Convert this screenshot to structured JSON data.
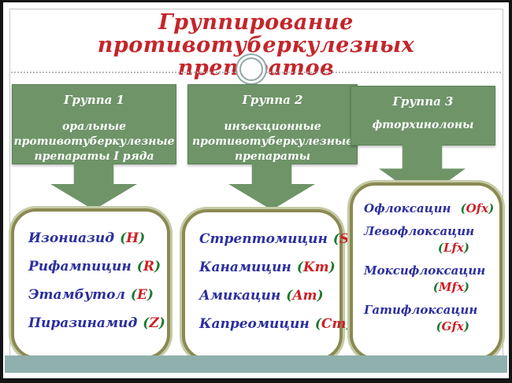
{
  "title": {
    "line1": "Группирование противотуберкулезных",
    "line2": "препаратов"
  },
  "punct": {
    "open": "(",
    "close": ")"
  },
  "groups": [
    {
      "label": "Группа 1",
      "desc_lines": [
        "оральные",
        "противотуберкулезные",
        "препараты I ряда"
      ],
      "drugs": [
        {
          "name": "Изониазид",
          "abbr": "H"
        },
        {
          "name": "Рифампицин",
          "abbr": "R"
        },
        {
          "name": "Этамбутол",
          "abbr": "E"
        },
        {
          "name": "Пиразинамид",
          "abbr": "Z"
        }
      ]
    },
    {
      "label": "Группа 2",
      "desc_lines": [
        "инъекционные",
        "противотуберкулезные",
        "препараты"
      ],
      "drugs": [
        {
          "name": "Стрептомицин",
          "abbr": "S"
        },
        {
          "name": "Канамицин",
          "abbr": "Km"
        },
        {
          "name": "Амикацин",
          "abbr": "Am"
        },
        {
          "name": "Капреомицин",
          "abbr": "Cm"
        }
      ]
    },
    {
      "label": "Группа 3",
      "desc_lines": [
        "фторхинолоны"
      ],
      "drugs": [
        {
          "name": "Офлоксацин",
          "abbr": "Ofx"
        },
        {
          "name": "Левофлоксацин",
          "abbr": "Lfx"
        },
        {
          "name": "Моксифлоксацин",
          "abbr": "Mfx"
        },
        {
          "name": "Гатифлоксацин",
          "abbr": "Gfx"
        }
      ]
    }
  ],
  "colors": {
    "title_red": "#c4252b",
    "box_green": "#6e9468",
    "drug_blue": "#2b2f9e",
    "abbr_red": "#cc1f26",
    "paren_green": "#1c7a2e",
    "rounded_border_olive": "#8a8a52",
    "rounded_border_light": "#c5cba6",
    "footer_teal": "#8fb0ad"
  }
}
